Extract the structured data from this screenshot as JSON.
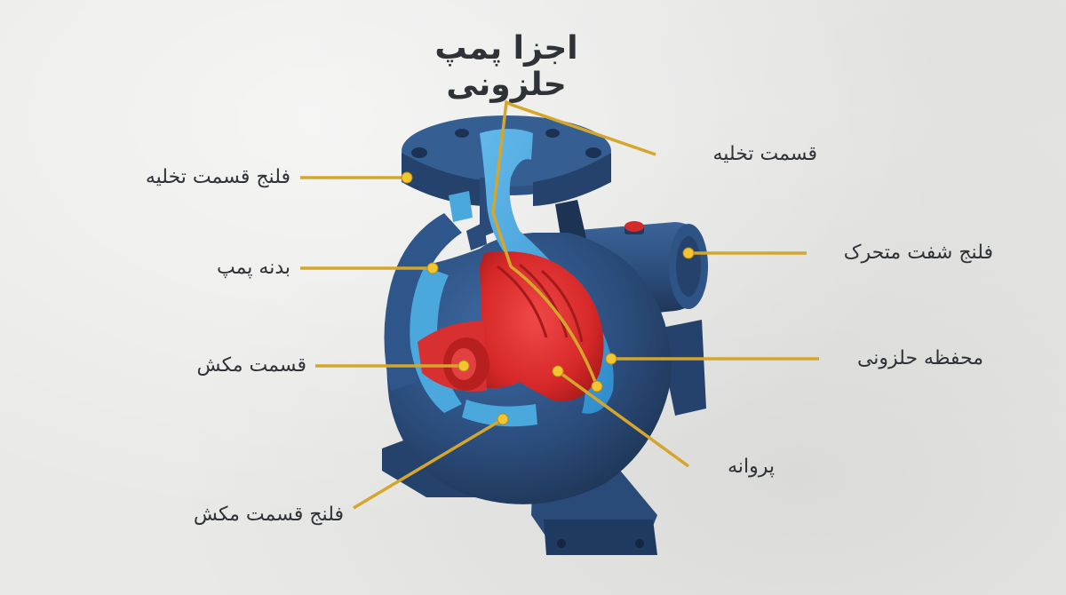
{
  "title": "اجزا پمپ حلزونی",
  "labels": {
    "discharge_flange": "فلنج قسمت تخلیه",
    "pump_body": "بدنه پمپ",
    "suction_part": "قسمت مکش",
    "suction_flange": "فلنج قسمت مکش",
    "discharge_part": "قسمت تخلیه",
    "shaft_flange": "فلنج شفت متحرک",
    "volute_casing": "محفظه حلزونی",
    "impeller": "پروانه"
  },
  "colors": {
    "background": "#e9e9e7",
    "pump_body": "#2c4e7e",
    "cutaway_water": "#3f9fd8",
    "impeller": "#d62828",
    "leader_line": "#d4a72c",
    "text": "#2f3338"
  }
}
